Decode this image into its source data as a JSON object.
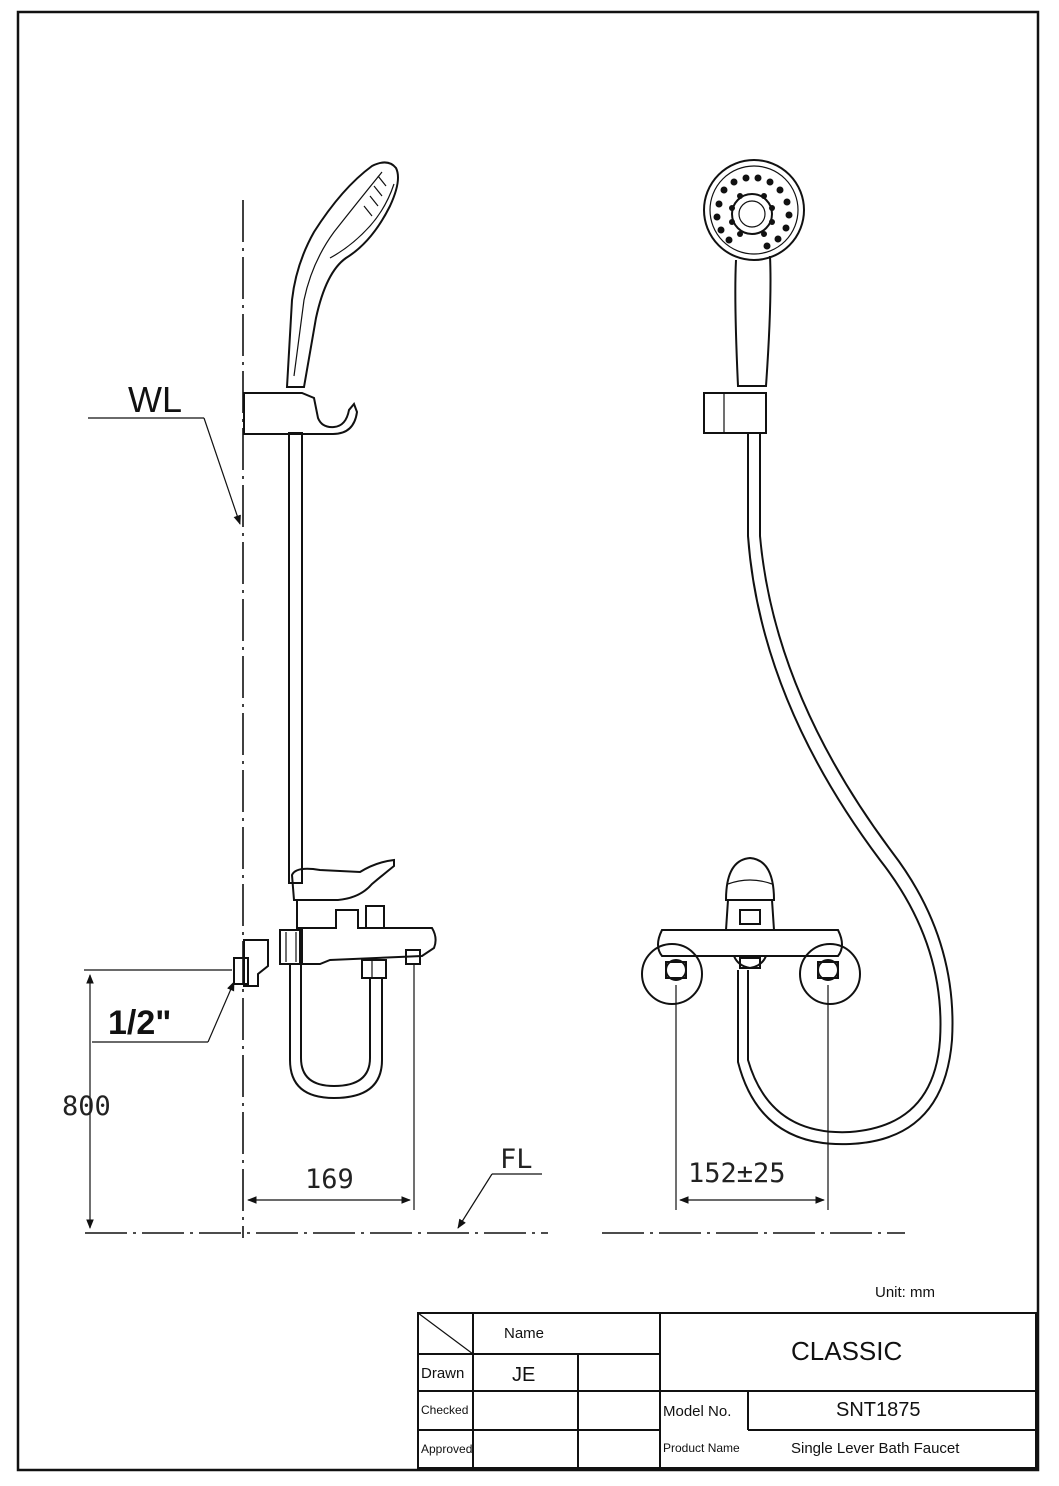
{
  "labels": {
    "wall_line": "WL",
    "floor_line": "FL",
    "thread_size": "1/2\"",
    "height_dim": "800",
    "projection_dim": "169",
    "centers_dim": "152±25",
    "unit": "Unit: mm"
  },
  "title_block": {
    "name_header": "Name",
    "drawn_label": "Drawn",
    "drawn_value": "JE",
    "checked_label": "Checked",
    "approved_label": "Approved",
    "series": "CLASSIC",
    "model_label": "Model No.",
    "model_value": "SNT1875",
    "product_label": "Product Name",
    "product_value": "Single Lever Bath Faucet"
  }
}
